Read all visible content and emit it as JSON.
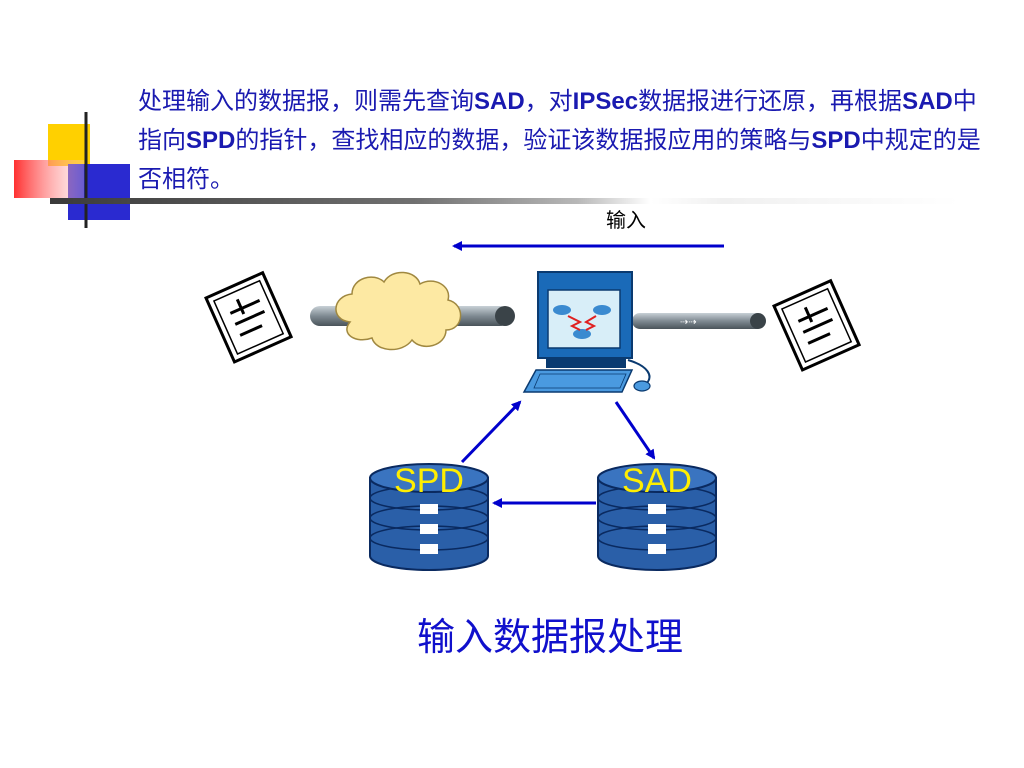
{
  "paragraph": {
    "segments": [
      {
        "text": "处理输入的数据报，则需先查询",
        "bold": false
      },
      {
        "text": "SAD",
        "bold": true
      },
      {
        "text": "，对",
        "bold": false
      },
      {
        "text": "IPSec",
        "bold": true
      },
      {
        "text": "数据报进行还原，再根据",
        "bold": false
      },
      {
        "text": "SAD",
        "bold": true
      },
      {
        "text": "中指向",
        "bold": false
      },
      {
        "text": "SPD",
        "bold": true
      },
      {
        "text": "的指针，查找相应的数据，验证该数据报应用的策略与",
        "bold": false
      },
      {
        "text": "SPD",
        "bold": true
      },
      {
        "text": "中规定的是否相符。",
        "bold": false
      }
    ]
  },
  "diagram": {
    "direction_label": "输入",
    "spd_label": "SPD",
    "sad_label": "SAD"
  },
  "caption": "输入数据报处理",
  "colors": {
    "text_blue": "#1a1ab0",
    "arrow_blue": "#0000cc",
    "db_blue": "#2a5fa8",
    "db_label": "#ffee00",
    "cloud": "#fde9a3",
    "monitor": "#1a6ab8"
  }
}
